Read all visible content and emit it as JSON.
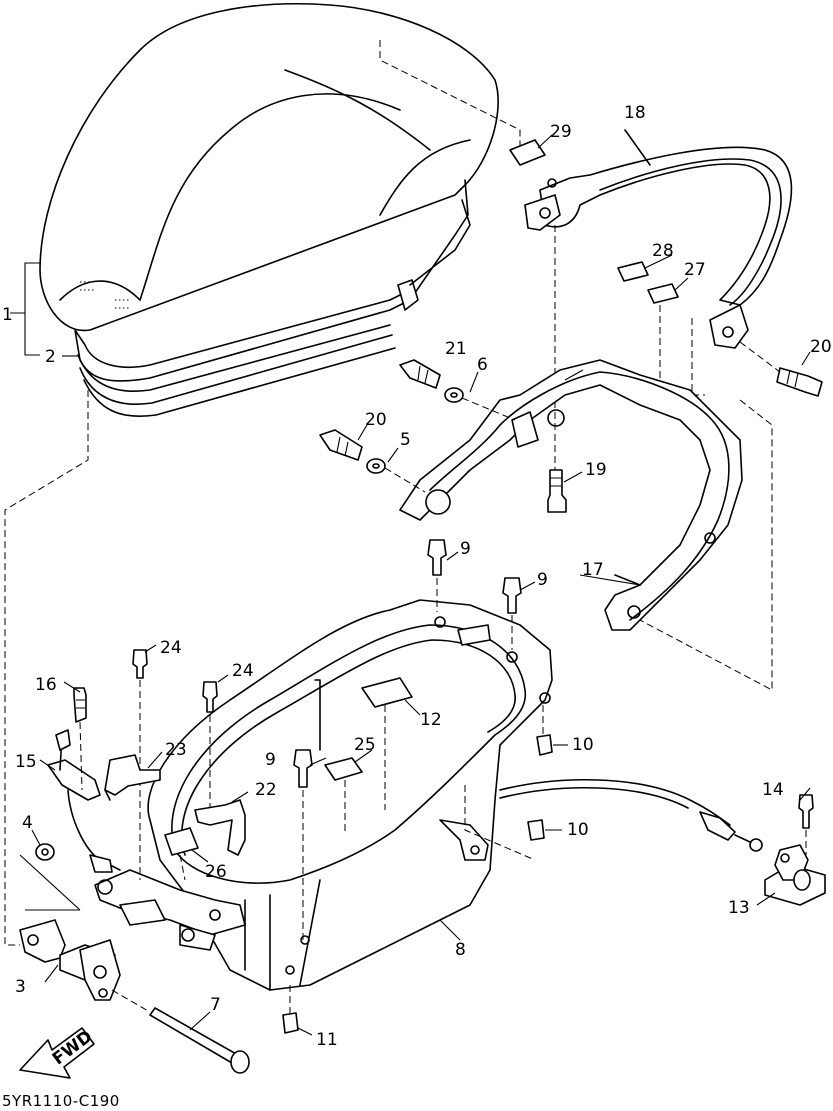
{
  "labels": {
    "p1": "1",
    "p2": "2",
    "p3": "3",
    "p4": "4",
    "p5": "5",
    "p6": "6",
    "p7": "7",
    "p8": "8",
    "p9a": "9",
    "p9b": "9",
    "p9c": "9",
    "p10a": "10",
    "p10b": "10",
    "p11": "11",
    "p12": "12",
    "p13": "13",
    "p14": "14",
    "p15": "15",
    "p16": "16",
    "p17": "17",
    "p18": "18",
    "p19": "19",
    "p20a": "20",
    "p20b": "20",
    "p21": "21",
    "p22": "22",
    "p23": "23",
    "p24a": "24",
    "p24b": "24",
    "p25": "25",
    "p26": "26",
    "p27": "27",
    "p28": "28",
    "p29": "29"
  },
  "fwd_arrow": {
    "text": "FWD",
    "icon": "fwd-arrow-icon"
  },
  "drawing_code": "5YR1110-C190"
}
